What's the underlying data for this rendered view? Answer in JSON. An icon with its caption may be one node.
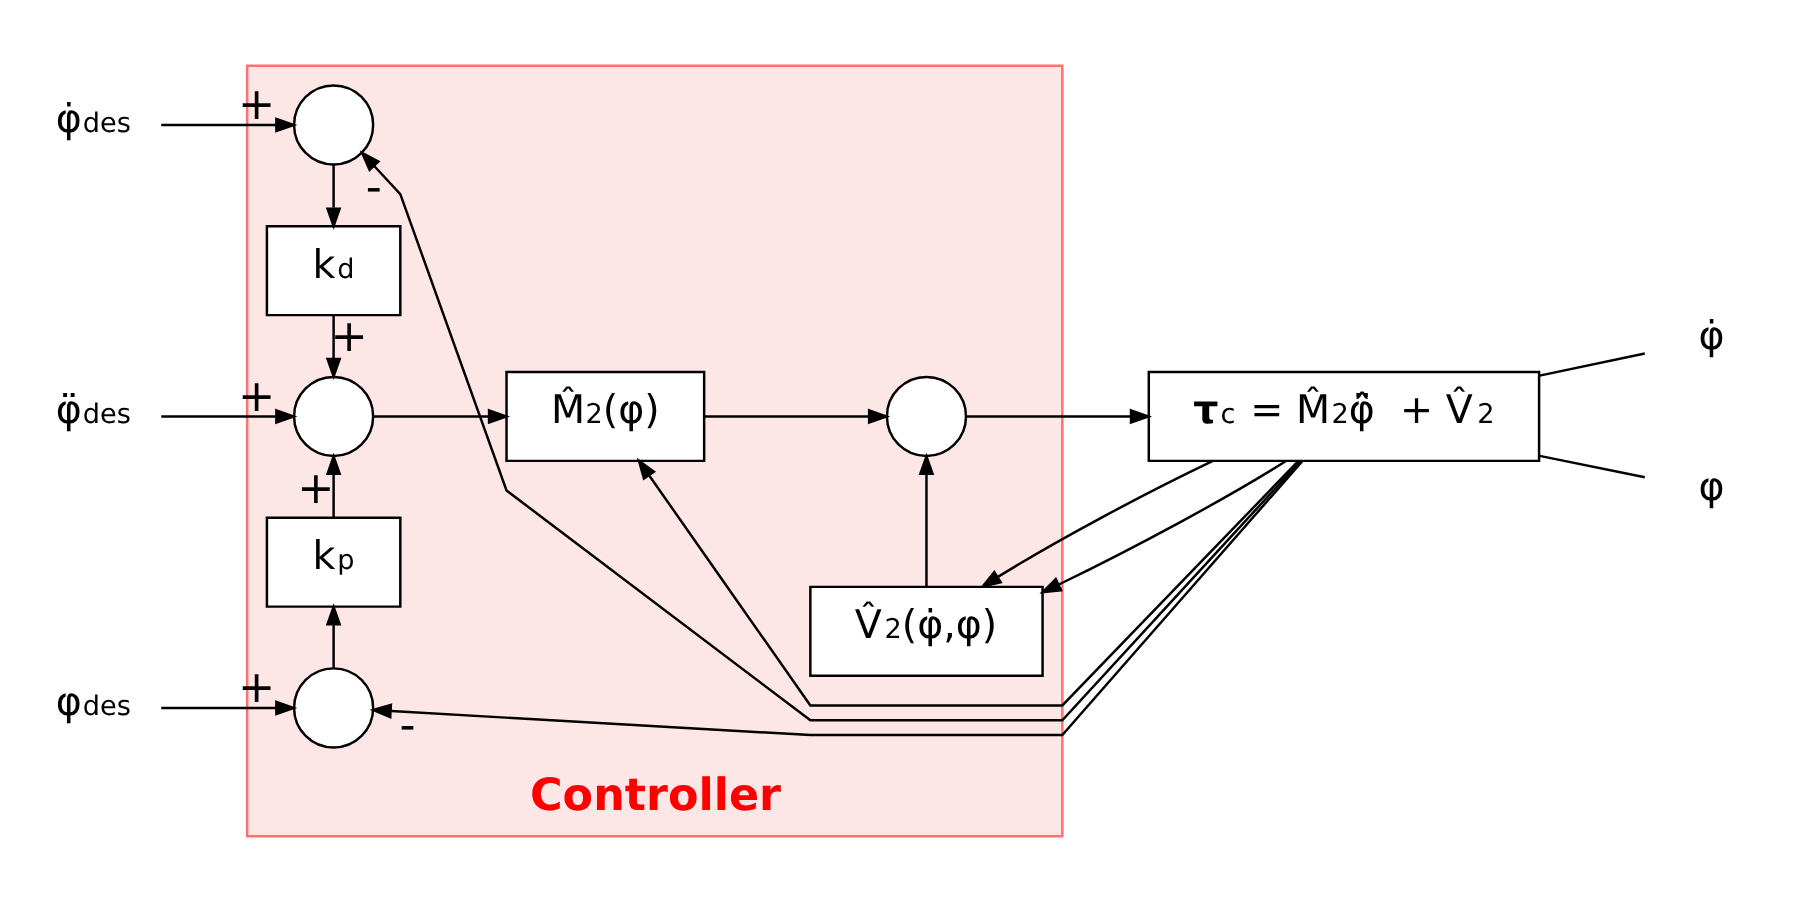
{
  "diagram": {
    "nodes": [
      {
        "text": [
          "Controller"
        ]
      },
      {
        "text": [
          "φ̇$_{des}$"
        ]
      },
      {
        "text": [],
        "shape": "circle",
        "in": 0
      },
      {
        "text": [
          "k$_{d}$"
        ],
        "in": 0
      },
      {
        "text": [
          "φ̈$_{des}$"
        ]
      },
      {
        "text": [],
        "shape": "circle",
        "in": 0
      },
      {
        "text": [
          "k$_{p}$"
        ],
        "in": 0
      },
      {
        "text": [
          "φ$_{des}$"
        ]
      },
      {
        "text": [],
        "shape": "circle",
        "in": 0
      },
      {
        "text": [
          "M̂$_{2}$(φ)"
        ],
        "in": 0
      },
      {
        "text": [],
        "shape": "circle",
        "in": 0
      },
      {
        "text": [
          "V̂$_{2}$(φ̇,φ)"
        ],
        "in": 0
      },
      {
        "text": [
          "**τ**$_{c}$ = M̂$_{2}$φ̈̂  + V̂$_{2}$"
        ]
      },
      {
        "text": [
          "φ̇"
        ]
      },
      {
        "text": [
          "φ"
        ]
      }
    ],
    "edges": [
      {
        "from": 1,
        "to": 2,
        "arrow": "to",
        "label": "+"
      },
      {
        "from": 12,
        "to": 2,
        "arrow": "to",
        "label": "-"
      },
      {
        "from": 2,
        "to": 3,
        "arrow": "to"
      },
      {
        "from": 3,
        "to": 5,
        "arrow": "to",
        "label": "+"
      },
      {
        "from": 4,
        "to": 5,
        "arrow": "to",
        "label": "+"
      },
      {
        "from": 6,
        "to": 5,
        "arrow": "to",
        "label": "+"
      },
      {
        "from": 7,
        "to": 8,
        "arrow": "to",
        "label": "+"
      },
      {
        "from": 12,
        "to": 8,
        "arrow": "to",
        "label": "-"
      },
      {
        "from": 8,
        "to": 6,
        "arrow": "to"
      },
      {
        "from": 5,
        "to": 9,
        "arrow": "to"
      },
      {
        "from": 12,
        "to": 9,
        "arrow": "to"
      },
      {
        "from": 9,
        "to": 10,
        "arrow": "to"
      },
      {
        "from": 11,
        "to": 10,
        "arrow": "to"
      },
      {
        "from": 12,
        "to": 11,
        "arrow": "to"
      },
      {
        "from": 12,
        "to": 11,
        "arrow": "to"
      },
      {
        "from": 10,
        "to": 12,
        "arrow": "to"
      },
      {
        "from": 12,
        "to": 13,
        "arrow": "none"
      },
      {
        "from": 12,
        "to": 14,
        "arrow": "none"
      }
    ]
  }
}
